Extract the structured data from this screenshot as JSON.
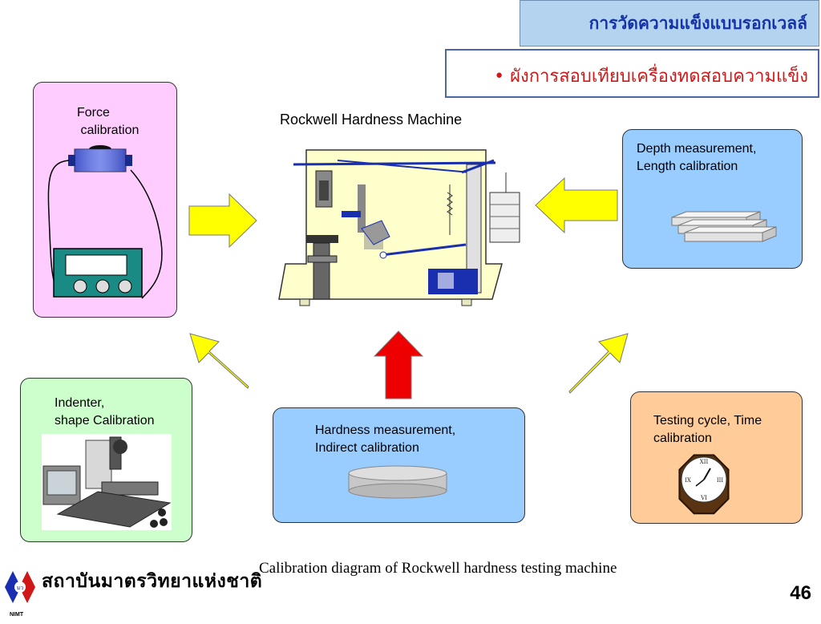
{
  "header": {
    "title": "การวัดความแข็งแบบรอกเวลล์",
    "subtitle": "• ผังการสอบเทียบเครื่องทดสอบความแข็ง"
  },
  "machine": {
    "title": "Rockwell Hardness Machine"
  },
  "panels": {
    "force": {
      "label": "Force\n calibration"
    },
    "depth": {
      "label": "Depth measurement,\nLength calibration"
    },
    "indenter": {
      "label": "Indenter,\nshape Calibration"
    },
    "hardness": {
      "label": "Hardness measurement,\nIndirect calibration"
    },
    "testing": {
      "label": "Testing cycle, Time\ncalibration"
    }
  },
  "colors": {
    "arrow_yellow": "#ffff00",
    "arrow_red": "#ee0000",
    "panel_pink": "#ffccff",
    "panel_blue": "#99ccff",
    "panel_green": "#ccffcc",
    "panel_orange": "#ffcc99",
    "machine_body": "#ffffcc",
    "machine_lines": "#1a2fb0"
  },
  "caption": "Calibration diagram of Rockwell hardness testing machine",
  "footer": {
    "institute": "สถาบันมาตรวิทยาแห่งชาติ",
    "logo_small": "NIMT",
    "logo_mark": "มว",
    "page_number": "46"
  }
}
